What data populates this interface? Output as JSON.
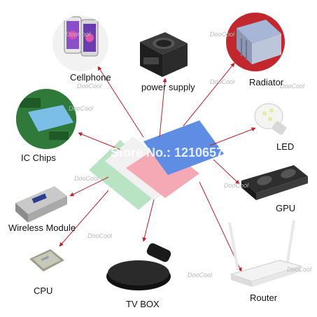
{
  "center_watermark": "Store No.: 1210657",
  "watermark": "DooCool",
  "nodes": {
    "cellphone": "Cellphone",
    "power_supply": "power supply",
    "radiator": "Radiator",
    "ic_chips": "IC Chips",
    "led": "LED",
    "wireless_module": "Wireless Module",
    "gpu": "GPU",
    "cpu": "CPU",
    "tv_box": "TV BOX",
    "router": "Router"
  },
  "sheet_colors": {
    "green": "#b9e4c3",
    "white": "#f1f1f1",
    "pink": "#f5a9b4",
    "blue": "#5f8de4"
  },
  "arrow_color": "#c0202a"
}
